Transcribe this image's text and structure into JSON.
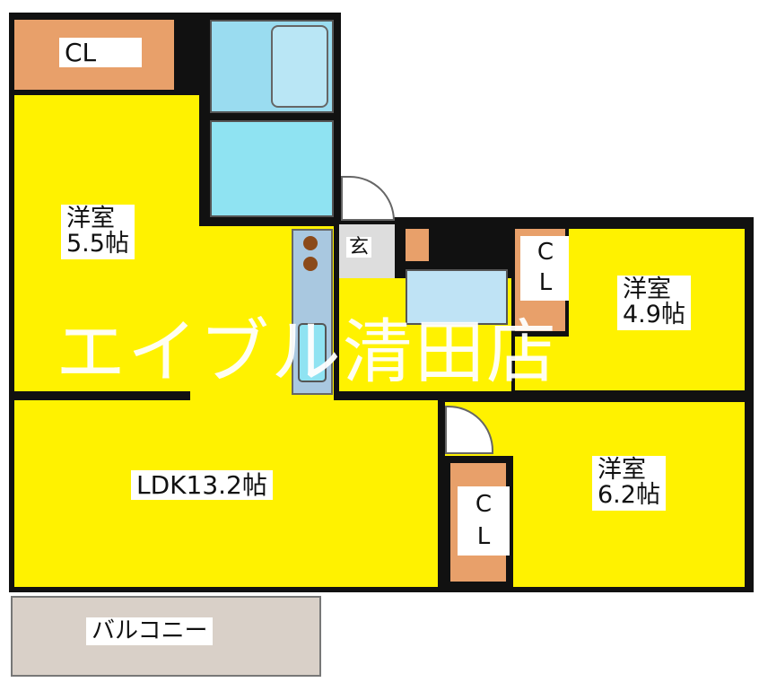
{
  "rooms": {
    "cl_top_left": "CL",
    "bedroom_1": {
      "name": "洋室",
      "size": "5.5帖"
    },
    "bedroom_2": {
      "name": "洋室",
      "size": "4.9帖"
    },
    "bedroom_3": {
      "name": "洋室",
      "size": "6.2帖"
    },
    "ldk": "LDK13.2帖",
    "entrance": "玄",
    "cl_right_top": "C\nL",
    "cl_right_bottom": "C\nL",
    "balcony": "バルコニー"
  },
  "watermark": "エイブル清田店",
  "colors": {
    "room": "#FFF200",
    "closet": "#E8A06A",
    "wet": "#8FE3F2",
    "balcony": "#D9D0C8"
  }
}
